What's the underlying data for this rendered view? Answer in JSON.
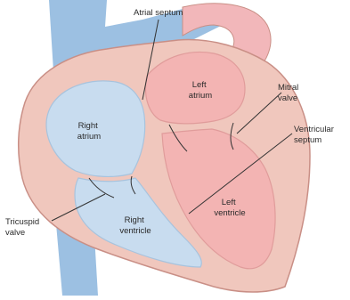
{
  "diagram": {
    "labels": {
      "atrial_septum": "Atrial septum",
      "left_atrium_1": "Left",
      "left_atrium_2": "atrium",
      "mitral_1": "Mitral",
      "mitral_2": "valve",
      "right_atrium_1": "Right",
      "right_atrium_2": "atrium",
      "vent_septum_1": "Ventricular",
      "vent_septum_2": "septum",
      "left_ventricle_1": "Left",
      "left_ventricle_2": "ventricle",
      "tricuspid_1": "Tricuspid",
      "tricuspid_2": "valve",
      "right_ventricle_1": "Right",
      "right_ventricle_2": "ventricle"
    },
    "colors": {
      "vessel_blue": "#9cc0e2",
      "right_chamber": "#c8dcef",
      "heart_wall": "#f0c7bd",
      "wall_edge": "#c98f86",
      "left_chamber": "#f3b4b3",
      "aorta_pink": "#f2b7ba",
      "outer_bg": "#ffffff"
    }
  }
}
